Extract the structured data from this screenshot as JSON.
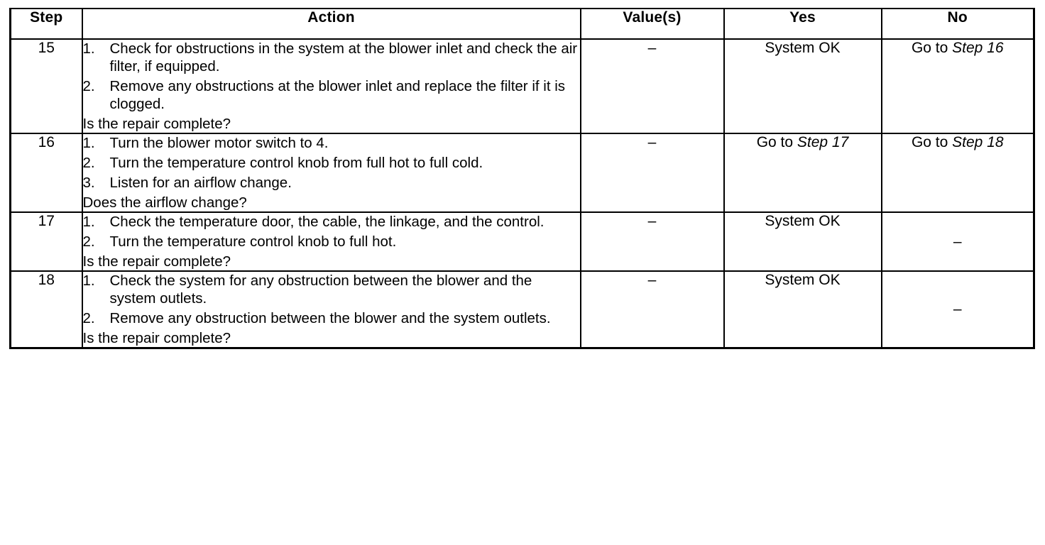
{
  "document": {
    "type": "diagnostic-procedure-table",
    "columns": [
      "Step",
      "Action",
      "Value(s)",
      "Yes",
      "No"
    ]
  },
  "table": {
    "headers": {
      "step": "Step",
      "action": "Action",
      "values": "Value(s)",
      "yes": "Yes",
      "no": "No"
    },
    "rows": [
      {
        "step": "15",
        "actions": [
          {
            "num": "1.",
            "text": "Check for obstructions in the system at the blower inlet and check the air filter, if equipped."
          },
          {
            "num": "2.",
            "text": "Remove any obstructions at the blower inlet and replace the filter if it is clogged."
          }
        ],
        "question": "Is the repair complete?",
        "value": "–",
        "yes": {
          "prefix": "System OK",
          "emphasis": ""
        },
        "no": {
          "prefix": "Go to ",
          "emphasis": "Step 16"
        },
        "yes_align": "bottom",
        "no_align": "bottom"
      },
      {
        "step": "16",
        "actions": [
          {
            "num": "1.",
            "text": "Turn the blower motor switch to 4."
          },
          {
            "num": "2.",
            "text": "Turn the temperature control knob from full hot to full cold."
          },
          {
            "num": "3.",
            "text": "Listen for an airflow change."
          }
        ],
        "question": "Does the airflow change?",
        "value": "–",
        "yes": {
          "prefix": "Go to ",
          "emphasis": "Step 17"
        },
        "no": {
          "prefix": "Go to ",
          "emphasis": "Step 18"
        },
        "yes_align": "bottom",
        "no_align": "bottom"
      },
      {
        "step": "17",
        "actions": [
          {
            "num": "1.",
            "text": "Check the temperature door, the cable, the linkage, and the control."
          },
          {
            "num": "2.",
            "text": "Turn the temperature control knob to full hot."
          }
        ],
        "question": "Is the repair complete?",
        "value": "–",
        "yes": {
          "prefix": "System OK",
          "emphasis": ""
        },
        "no": {
          "prefix": "–",
          "emphasis": ""
        },
        "yes_align": "bottom",
        "no_align": "middle"
      },
      {
        "step": "18",
        "actions": [
          {
            "num": "1.",
            "text": "Check the system for any obstruction between the blower and the system outlets."
          },
          {
            "num": "2.",
            "text": "Remove any obstruction between the blower and the system outlets."
          }
        ],
        "question": "Is the repair complete?",
        "value": "–",
        "yes": {
          "prefix": "System OK",
          "emphasis": ""
        },
        "no": {
          "prefix": "–",
          "emphasis": ""
        },
        "yes_align": "bottom",
        "no_align": "middle"
      }
    ]
  },
  "colors": {
    "ink": "#000000",
    "paper": "#ffffff"
  }
}
